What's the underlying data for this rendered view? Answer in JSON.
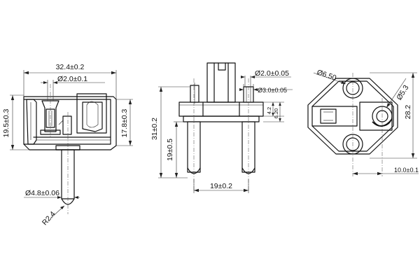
{
  "side_view": {
    "overall_width": "32.4±0.2",
    "pin_dia_small": "Ø2.0±0.1",
    "overall_height": "19.5±0.3",
    "body_height": "17.8±0.3",
    "pin_dia": "Ø4.8±0.06",
    "tip_radius": "R2.4"
  },
  "front_view": {
    "pin_dia_small": "Ø2.0±0.05",
    "pin_dia_counterbore": "Ø3.0±0.05",
    "step_a": "4.2",
    "step_b": "6.20",
    "overall_height": "31±0.2",
    "pin_length": "19±0.5",
    "pin_spacing": "19±0.2"
  },
  "top_view": {
    "hole_dia": "Ø6.50",
    "hole_dia_small": "Ø5.3",
    "overall_height": "28.2",
    "offset": "10.0±0.1"
  }
}
